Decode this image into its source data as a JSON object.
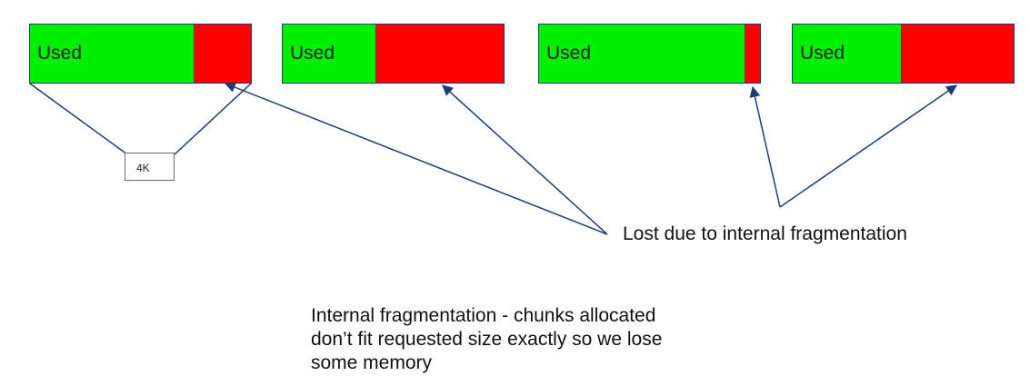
{
  "blocks": [
    {
      "label": "Used",
      "used_fraction": 0.74
    },
    {
      "label": "Used",
      "used_fraction": 0.42
    },
    {
      "label": "Used",
      "used_fraction": 0.93
    },
    {
      "label": "Used",
      "used_fraction": 0.49
    }
  ],
  "block_size_label": "4K",
  "lost_label": "Lost due to internal fragmentation",
  "caption": {
    "line1": "Internal fragmentation - chunks allocated",
    "line2": "don’t fit requested size exactly so we lose",
    "line3": "some memory"
  },
  "colors": {
    "used": "#00ee00",
    "lost": "#ff0000",
    "line": "#1f3b73"
  }
}
